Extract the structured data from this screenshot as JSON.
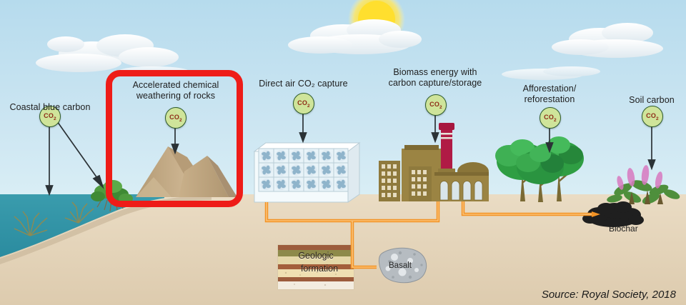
{
  "figure": {
    "source_note": "Source: Royal Society, 2018",
    "highlight_color": "#ee1c18",
    "pipe_color": "#f39325",
    "co2_label": "CO",
    "co2_subscript": "2"
  },
  "labels": {
    "coastal": "Coastal blue carbon",
    "weathering_line1": "Accelerated chemical",
    "weathering_line2": "weathering of rocks",
    "dac": "Direct air CO₂ capture",
    "beccs_line1": "Biomass energy with",
    "beccs_line2": "carbon capture/storage",
    "afforestation_line1": "Afforestation/",
    "afforestation_line2": "reforestation",
    "soil": "Soil carbon",
    "biochar": "Biochar",
    "geologic_line1": "Geologic",
    "geologic_line2": "formation",
    "basalt": "Basalt"
  },
  "palette": {
    "sky_top": "#b8dced",
    "sky_bottom": "#dbeef5",
    "ocean": "#2b8fa3",
    "sand": "#e7d6bc",
    "mountain": "#c3a882",
    "tree_green": "#2f9e43",
    "building": "#97803f",
    "stack_red": "#b01b45",
    "biochar_black": "#1c1c1c",
    "co2_fill": "#cfe49a",
    "co2_ring": "#2f5d2c",
    "co2_text": "#8d2b16"
  },
  "chart_data": {
    "type": "diagram",
    "title": "Greenhouse gas removal approaches",
    "items": [
      {
        "name": "Coastal blue carbon",
        "co2_bubble": true,
        "arrows": 2
      },
      {
        "name": "Accelerated chemical weathering of rocks",
        "co2_bubble": true,
        "arrows": 1,
        "highlighted": true
      },
      {
        "name": "Direct air CO₂ capture",
        "co2_bubble": true,
        "arrows": 1,
        "piped_to": "Geologic formation"
      },
      {
        "name": "Biomass energy with carbon capture/storage",
        "co2_bubble": true,
        "arrows": 1,
        "piped_to": "Geologic formation"
      },
      {
        "name": "Afforestation/reforestation",
        "co2_bubble": true,
        "arrows": 1,
        "piped_to": "Biochar"
      },
      {
        "name": "Soil carbon",
        "co2_bubble": true,
        "arrows": 1
      },
      {
        "name": "Biochar",
        "co2_bubble": false,
        "arrows": 0
      },
      {
        "name": "Geologic formation",
        "co2_bubble": false,
        "arrows": 0
      },
      {
        "name": "Basalt",
        "co2_bubble": false,
        "arrows": 0
      }
    ]
  }
}
